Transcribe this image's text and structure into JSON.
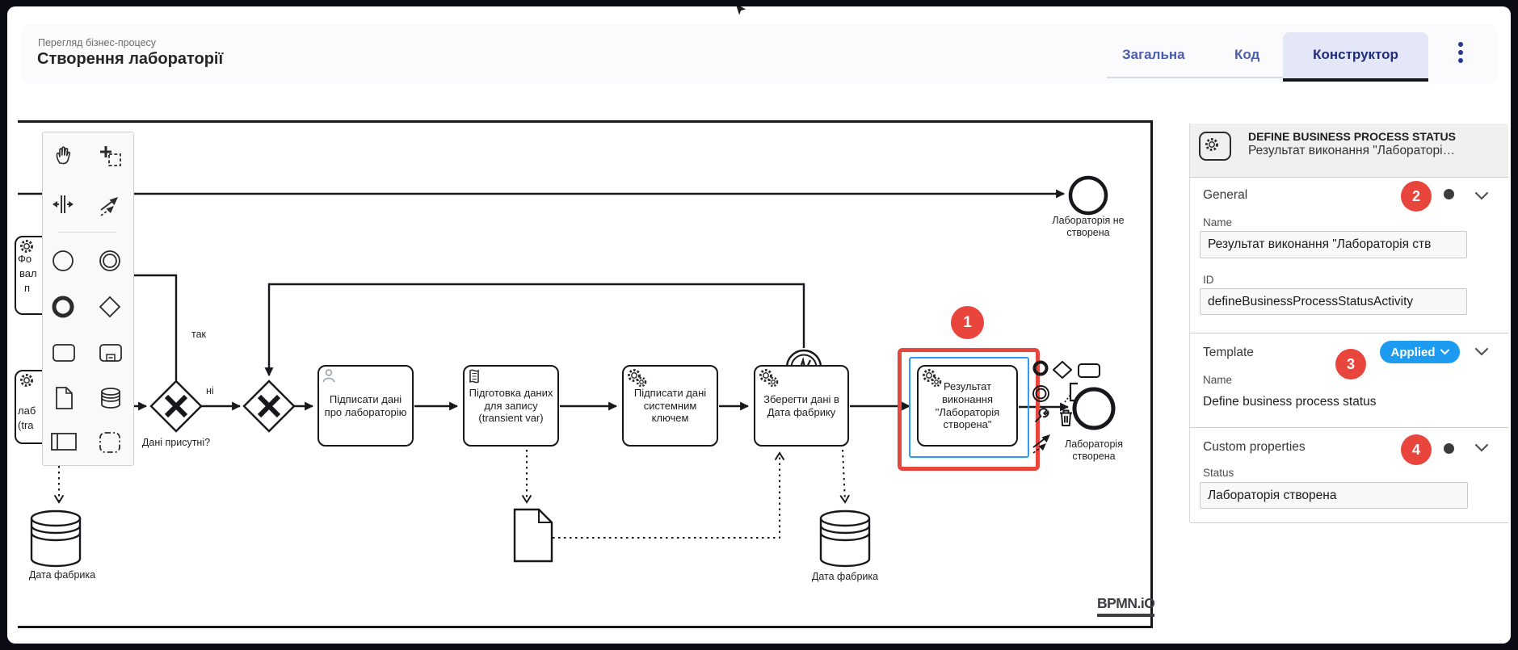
{
  "header": {
    "breadcrumb": "Перегляд бізнес-процесу",
    "title": "Створення лабораторії",
    "tabs": [
      {
        "label": "Загальна",
        "active": false
      },
      {
        "label": "Код",
        "active": false
      },
      {
        "label": "Конструктор",
        "active": true
      }
    ],
    "menu_icon": "kebab-vertical"
  },
  "palette": {
    "icons": [
      "hand-tool",
      "lasso-tool",
      "space-tool",
      "global-connect-tool",
      "create-start-event",
      "create-intermediate-event",
      "create-end-event",
      "create-gateway",
      "create-task",
      "create-subprocess",
      "create-data-object",
      "create-data-store",
      "create-participant",
      "create-group"
    ]
  },
  "diagram": {
    "end_event_top": {
      "label": "Лабораторія не створена"
    },
    "end_event_right": {
      "label": "Лабораторія створена"
    },
    "gateway1": {
      "question": "Дані присутні?",
      "yes": "так",
      "no": "ні"
    },
    "tasks": {
      "sign_user": {
        "label": "Підписати дані про лабораторію",
        "type": "user-task"
      },
      "prepare": {
        "label": "Підготовка даних для запису (transient var)",
        "type": "script-task"
      },
      "sign_system": {
        "label": "Підписати дані системним ключем",
        "type": "service-task"
      },
      "save": {
        "label": "Зберегти дані в Дата фабрику",
        "type": "service-task"
      },
      "result": {
        "label": "Результат виконання \"Лабораторія створена\"",
        "type": "service-task"
      }
    },
    "clipped_left_task_top": {
      "line1": "Фо",
      "line2": "вал",
      "line3": "п"
    },
    "clipped_left_task_bottom": {
      "line1": "лаб",
      "line2": "(tra"
    },
    "datastore_left": {
      "label": "Дата фабрика"
    },
    "datastore_right": {
      "label": "Дата фабрика"
    },
    "logo": "BPMN.iO"
  },
  "annotations": {
    "badge1": "1",
    "badge2": "2",
    "badge3": "3",
    "badge4": "4"
  },
  "panel": {
    "header": {
      "icon": "service-task",
      "type_label": "DEFINE BUSINESS PROCESS STATUS",
      "element_name": "Результат виконання \"Лабораторі…"
    },
    "general": {
      "title": "General",
      "name_label": "Name",
      "name_value": "Результат виконання \"Лабораторія ств",
      "id_label": "ID",
      "id_value": "defineBusinessProcessStatusActivity"
    },
    "template": {
      "title": "Template",
      "applied_label": "Applied",
      "name_label": "Name",
      "name_value": "Define business process status"
    },
    "custom": {
      "title": "Custom properties",
      "status_label": "Status",
      "status_value": "Лабораторія створена"
    }
  },
  "colors": {
    "annotation_red": "#e8453c",
    "selection_blue": "#2e9df0",
    "applied_blue": "#1d9bf0",
    "tab_active": "#1f2d7a",
    "tab_inactive": "#4a5cad"
  }
}
